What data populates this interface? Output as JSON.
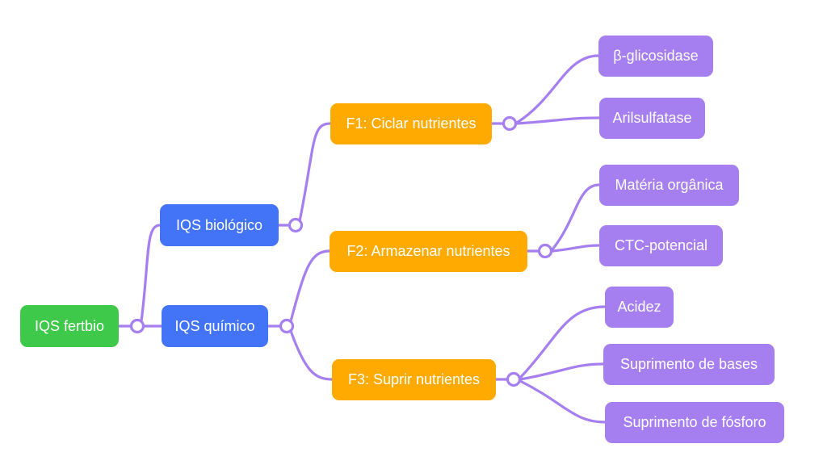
{
  "mindmap": {
    "root": {
      "label": "IQS fertbio"
    },
    "branches": [
      {
        "label": "IQS biológico",
        "children": [
          {
            "label": "F1: Ciclar nutrientes",
            "children": [
              {
                "label": "β-glicosidase"
              },
              {
                "label": "Arilsulfatase"
              }
            ]
          }
        ]
      },
      {
        "label": "IQS químico",
        "children": [
          {
            "label": "F2: Armazenar nutrientes",
            "children": [
              {
                "label": "Matéria orgânica"
              },
              {
                "label": "CTC-potencial"
              }
            ]
          },
          {
            "label": "F3: Suprir nutrientes",
            "children": [
              {
                "label": "Acidez"
              },
              {
                "label": "Suprimento de bases"
              },
              {
                "label": "Suprimento de fósforo"
              }
            ]
          }
        ]
      }
    ],
    "colors": {
      "root": "#3fc94a",
      "level1": "#4374f7",
      "level2": "#ffaa00",
      "level3": "#a57ef0",
      "connector": "#a57ef0"
    }
  }
}
